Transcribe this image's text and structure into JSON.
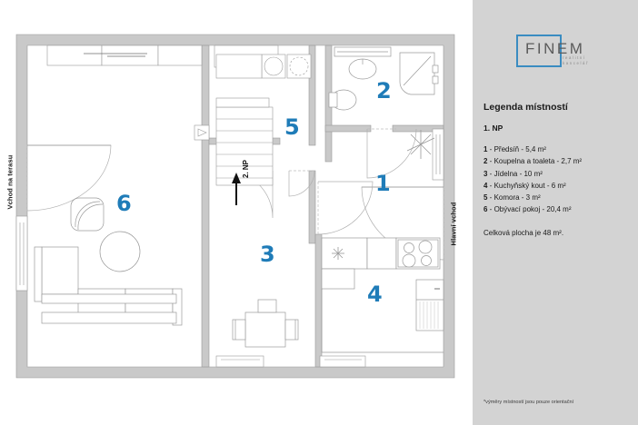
{
  "plan": {
    "labels": {
      "terrace_entrance": "Vchod na terasu",
      "main_entrance": "Hlavní vchod",
      "upper_floor_arrow": "2. NP"
    },
    "room_numbers": [
      "1",
      "2",
      "3",
      "4",
      "5",
      "6"
    ]
  },
  "sidebar": {
    "logo": {
      "name": "FINEM",
      "sub1": "realitní",
      "sub2": "kancelář"
    },
    "legend_title": "Legenda místností",
    "floor_label": "1. NP",
    "rooms": [
      {
        "num": "1",
        "name": "Předsíň",
        "area": "5,4 m²"
      },
      {
        "num": "2",
        "name": "Koupelna a toaleta",
        "area": "2,7 m²"
      },
      {
        "num": "3",
        "name": "Jídelna",
        "area": "10 m²"
      },
      {
        "num": "4",
        "name": "Kuchyňský kout",
        "area": "6 m²"
      },
      {
        "num": "5",
        "name": "Komora",
        "area": "3 m²"
      },
      {
        "num": "6",
        "name": "Obývací pokoj",
        "area": "20,4 m²"
      }
    ],
    "total_area": "Celková plocha je 48 m².",
    "note": "*výměry místností jsou pouze orientační"
  },
  "colors": {
    "accent_blue": "#1f7cb8",
    "logo_blue": "#3a8cc1",
    "sidebar_bg": "#d3d3d3",
    "wall_fill": "#c9c9c9",
    "line": "#8a8a8a"
  }
}
